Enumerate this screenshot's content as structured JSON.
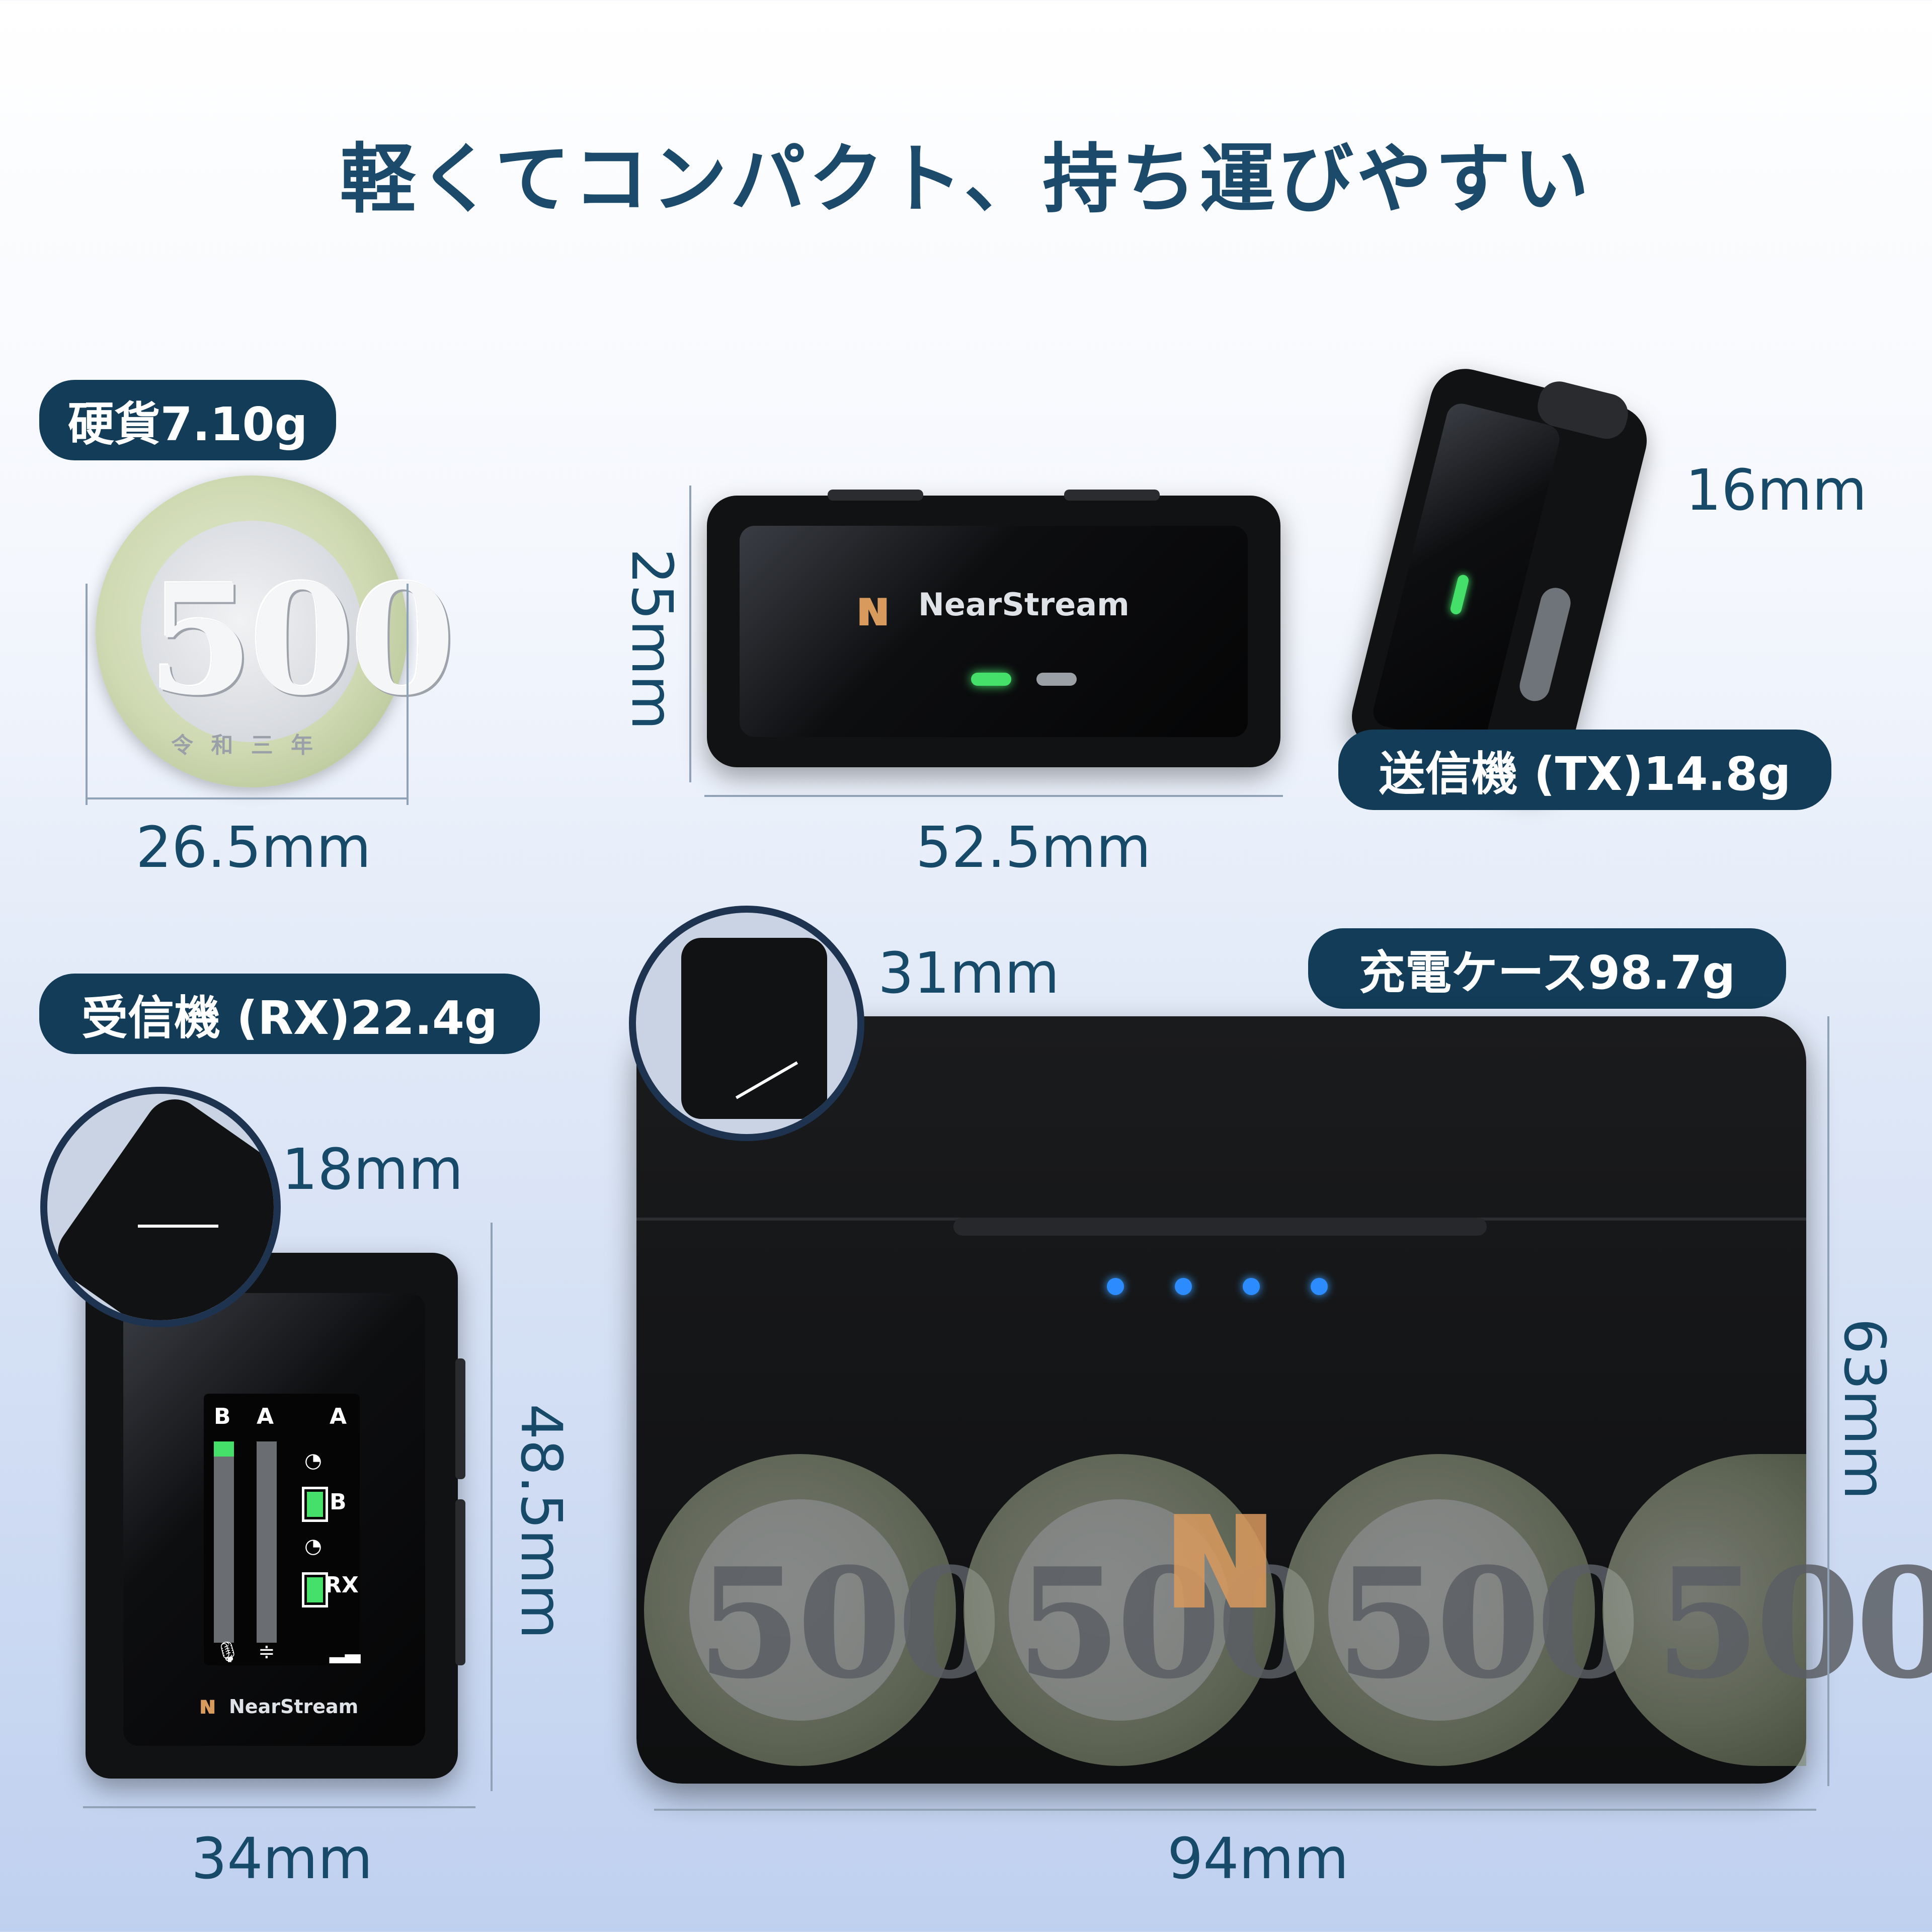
{
  "title": "軽くてコンパクト、持ち運びやすい",
  "labels": {
    "coin": "硬貨7.10g",
    "tx": "送信機 (TX)14.8g",
    "rx": "受信機 (RX)22.4g",
    "case": "充電ケース98.7g"
  },
  "dimensions": {
    "coin_width": "26.5mm",
    "tx_width": "52.5mm",
    "tx_height": "25mm",
    "tx_depth": "16mm",
    "rx_depth": "18mm",
    "rx_width": "34mm",
    "rx_height": "48.5mm",
    "case_depth": "31mm",
    "case_width": "94mm",
    "case_height": "63mm"
  },
  "coin": {
    "value": "500",
    "era": "令 和 三 年"
  },
  "brand": "NearStream",
  "rx_screen": {
    "channel_b": "B",
    "channel_a": "A",
    "a": "A",
    "b": "B",
    "rx": "RX"
  },
  "colors": {
    "pill_bg": "#123c57",
    "text": "#174a69",
    "led_green": "#45e06a",
    "led_blue": "#2c8cff",
    "logo": "#d99a5e"
  },
  "icons": [
    "wifi-signal-icon",
    "battery-icon",
    "mic-icon",
    "signal-bars-icon"
  ]
}
